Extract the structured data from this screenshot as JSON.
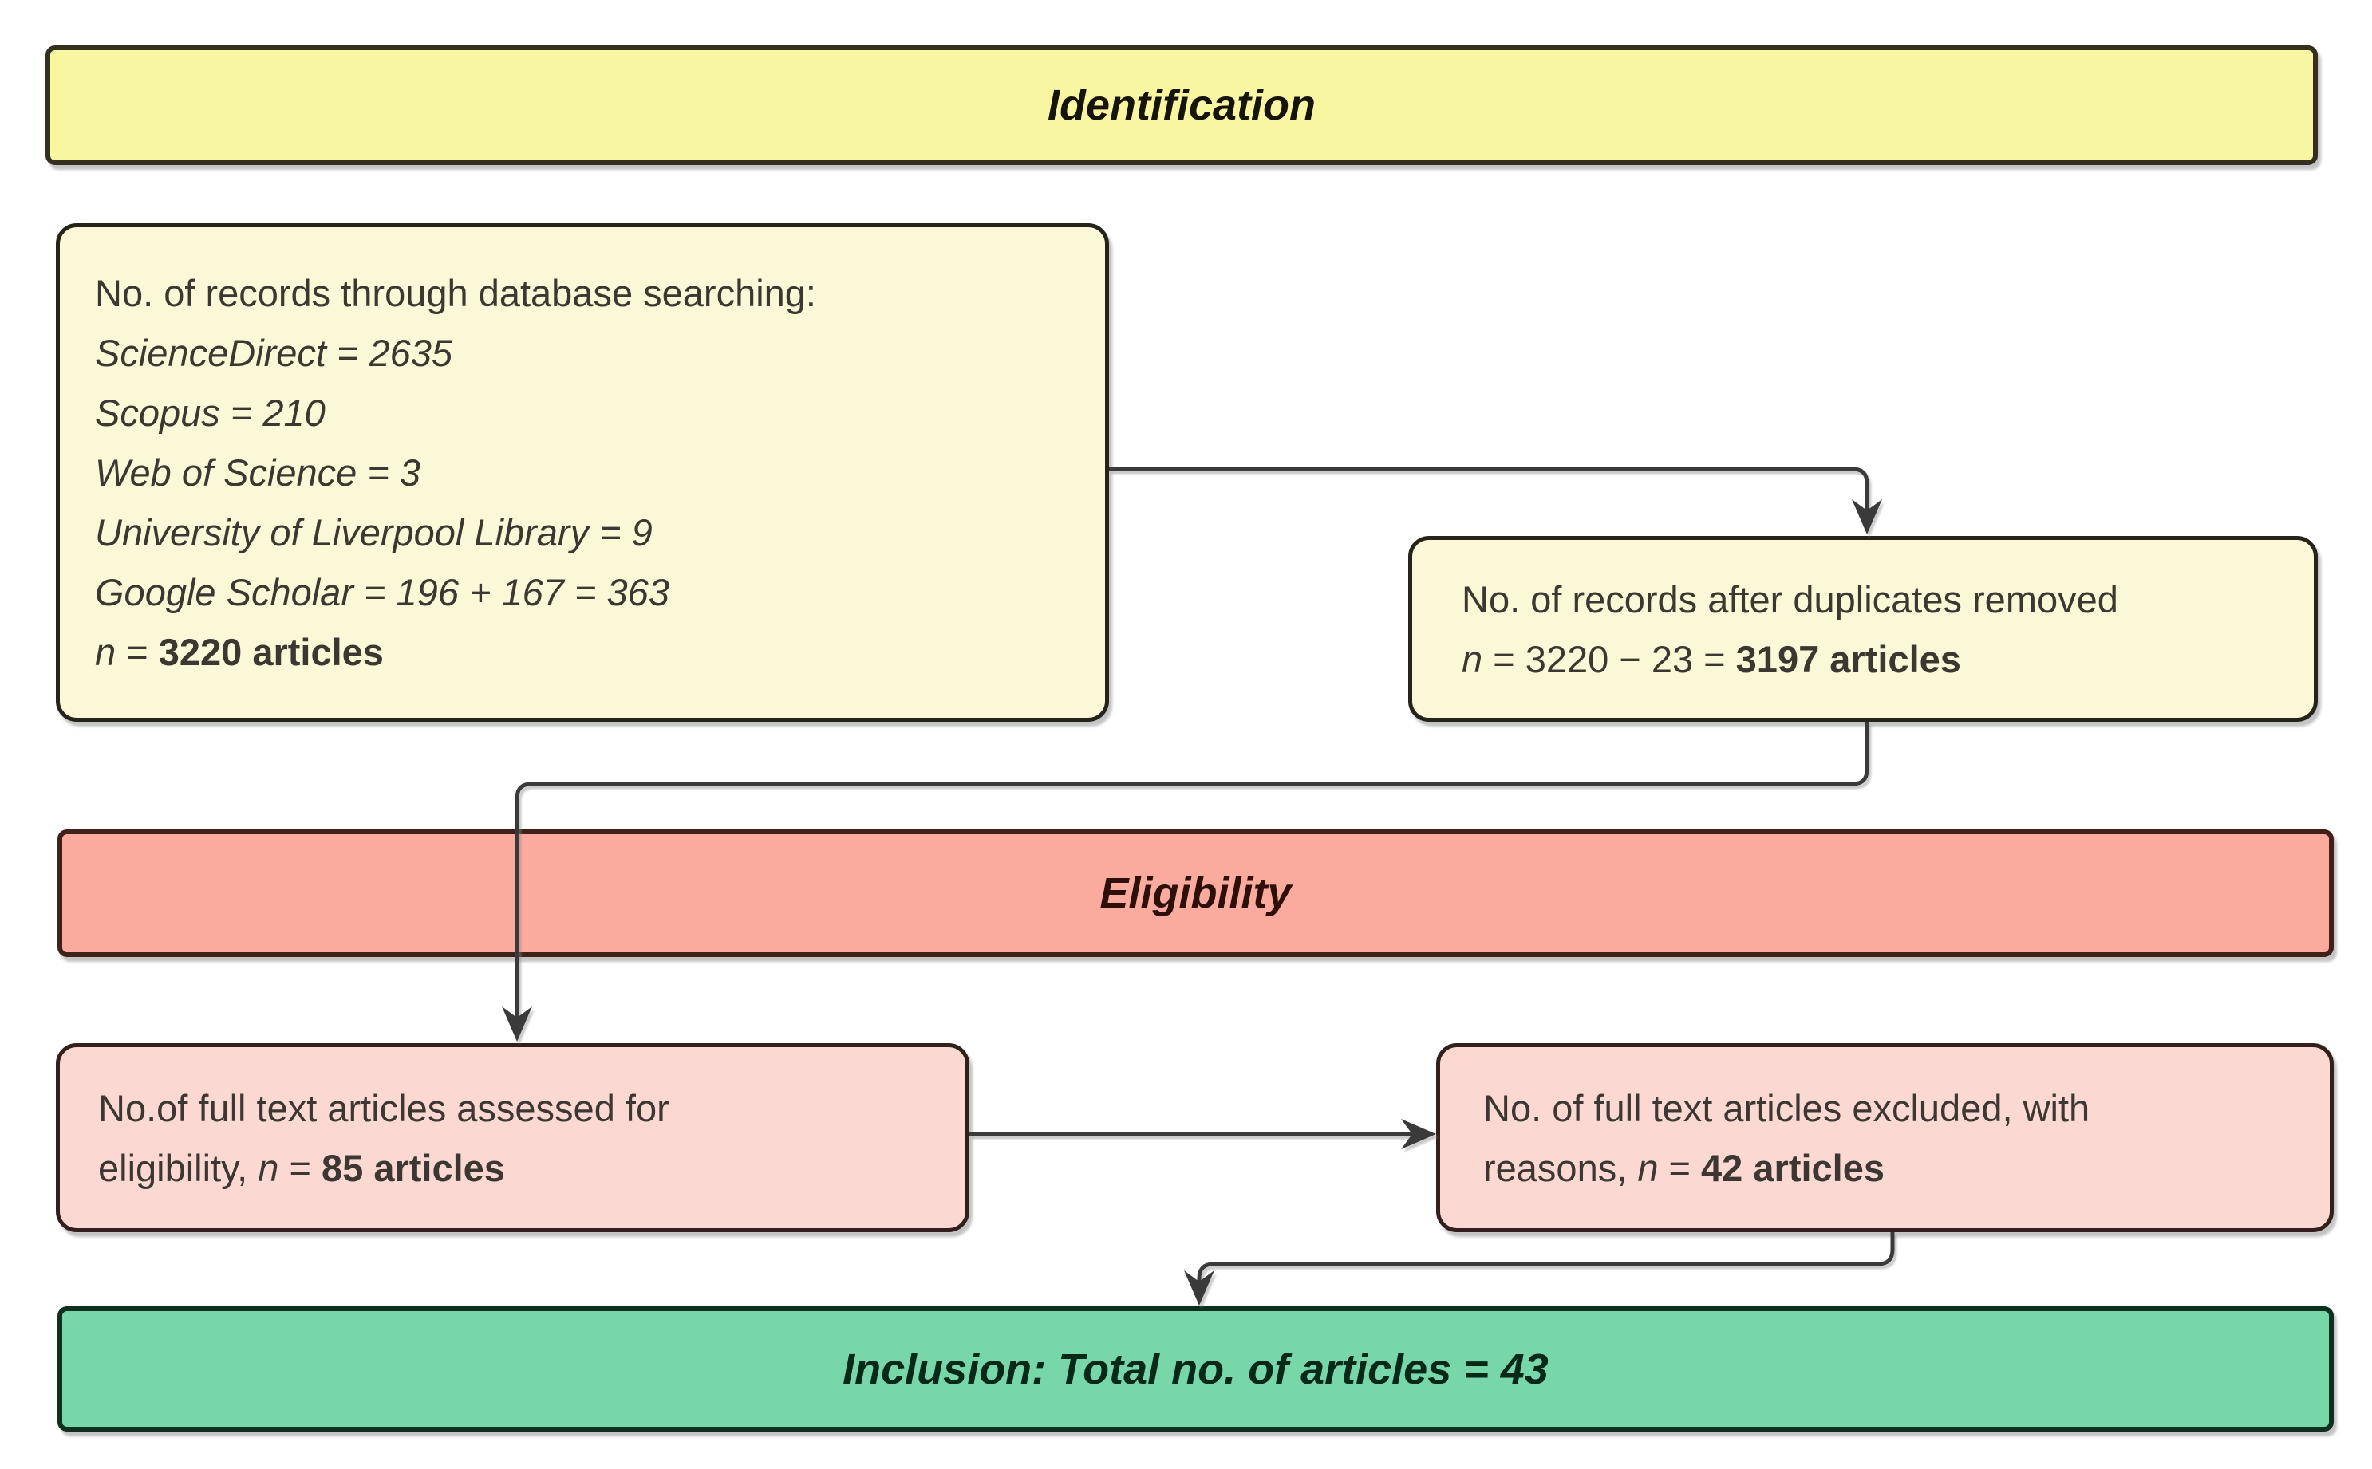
{
  "banners": {
    "identification": {
      "label": "Identification"
    },
    "eligibility": {
      "label": "Eligibility"
    },
    "inclusion": {
      "label": "Inclusion: Total no. of articles = 43"
    }
  },
  "boxes": {
    "database_search": {
      "lines": [
        [
          {
            "t": "No. of records through database searching:",
            "s": "normal"
          }
        ],
        [
          {
            "t": "ScienceDirect = 2635",
            "s": "italic"
          }
        ],
        [
          {
            "t": "Scopus = 210",
            "s": "italic"
          }
        ],
        [
          {
            "t": "Web of Science = 3",
            "s": "italic"
          }
        ],
        [
          {
            "t": "University of Liverpool Library = 9",
            "s": "italic"
          }
        ],
        [
          {
            "t": "Google Scholar = 196 + 167 = 363",
            "s": "italic"
          }
        ],
        [
          {
            "t": "n",
            "s": "italic"
          },
          {
            "t": " = ",
            "s": "normal"
          },
          {
            "t": "3220 articles",
            "s": "bold"
          }
        ]
      ]
    },
    "duplicates_removed": {
      "lines": [
        [
          {
            "t": "No. of records after duplicates removed",
            "s": "normal"
          }
        ],
        [
          {
            "t": "n",
            "s": "italic"
          },
          {
            "t": " = 3220 − 23 = ",
            "s": "normal"
          },
          {
            "t": "3197 articles",
            "s": "bold"
          }
        ]
      ]
    },
    "assessed": {
      "lines": [
        [
          {
            "t": "No.of full text articles assessed for",
            "s": "normal"
          }
        ],
        [
          {
            "t": "eligibility, ",
            "s": "normal"
          },
          {
            "t": "n",
            "s": "italic"
          },
          {
            "t": " = ",
            "s": "normal"
          },
          {
            "t": "85 articles",
            "s": "bold"
          }
        ]
      ]
    },
    "excluded": {
      "lines": [
        [
          {
            "t": "No. of full text articles excluded, with",
            "s": "normal"
          }
        ],
        [
          {
            "t": "reasons, ",
            "s": "normal"
          },
          {
            "t": "n",
            "s": "italic"
          },
          {
            "t": " = ",
            "s": "normal"
          },
          {
            "t": "42 articles",
            "s": "bold"
          }
        ]
      ]
    }
  },
  "colors": {
    "banner_identification_fill": "#f9f6a2",
    "banner_eligibility_fill": "#fbab9e",
    "banner_inclusion_fill": "#77d6aa",
    "box_cream_fill": "#fbf8d7",
    "box_pink_fill": "#fbd9d2",
    "connector": "#3a3a3a",
    "text": "#3c3831"
  }
}
